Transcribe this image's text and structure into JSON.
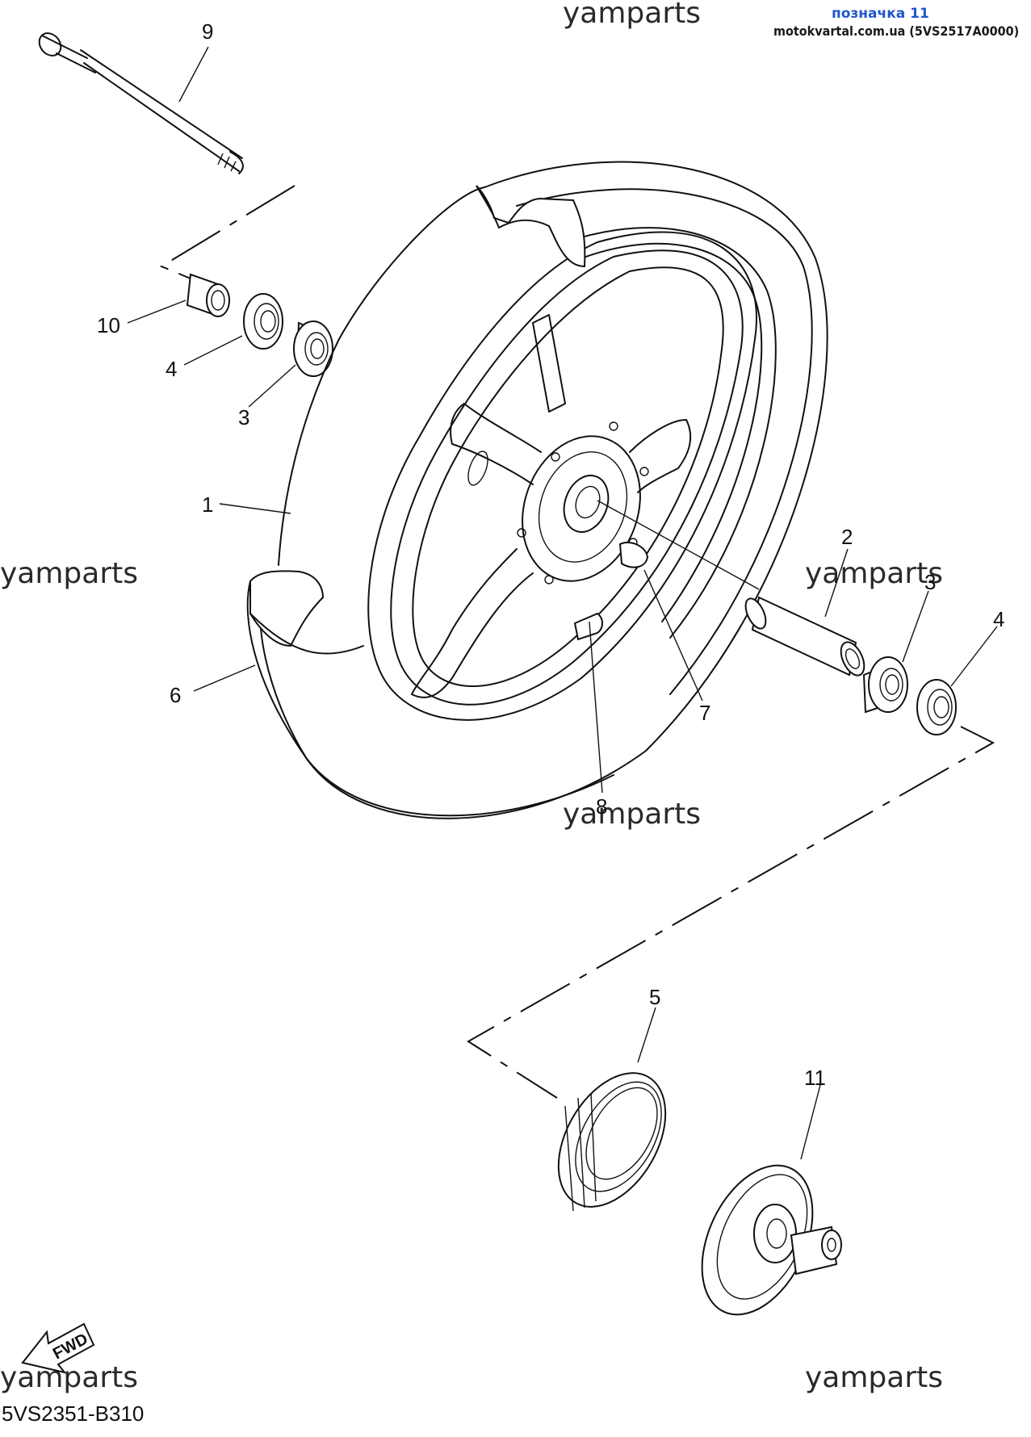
{
  "header": {
    "title": "позначка 11",
    "subtitle": "motokvartal.com.ua (5VS2517A0000)"
  },
  "watermark": "yamparts",
  "diagram_code": "5VS2351-B310",
  "fwd_label": "FWD",
  "callouts": [
    "9",
    "10",
    "4",
    "3",
    "1",
    "6",
    "2",
    "3",
    "4",
    "7",
    "8",
    "5",
    "11"
  ]
}
